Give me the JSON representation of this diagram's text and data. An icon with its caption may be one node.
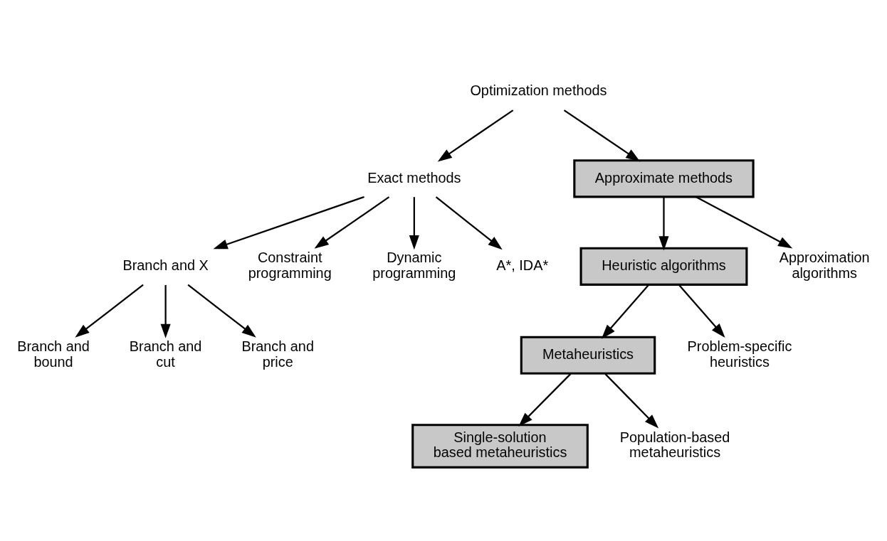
{
  "diagram": {
    "nodes": [
      {
        "text": [
          "Optimization methods"
        ]
      },
      {
        "text": [
          "Exact methods"
        ]
      },
      {
        "text": [
          "Approximate methods"
        ]
      },
      {
        "text": [
          "Branch and X"
        ]
      },
      {
        "text": [
          "Constraint programming"
        ]
      },
      {
        "text": [
          "Dynamic programming"
        ]
      },
      {
        "text": [
          "A*, IDA*"
        ]
      },
      {
        "text": [
          "Heuristic algorithms"
        ]
      },
      {
        "text": [
          "Approximation algorithms"
        ]
      },
      {
        "text": [
          "Branch and bound"
        ]
      },
      {
        "text": [
          "Branch and cut"
        ]
      },
      {
        "text": [
          "Branch and price"
        ]
      },
      {
        "text": [
          "Metaheuristics"
        ]
      },
      {
        "text": [
          "Problem-specific heuristics"
        ]
      },
      {
        "text": [
          "Single-solution based metaheuristics"
        ]
      },
      {
        "text": [
          "Population-based metaheuristics"
        ]
      }
    ],
    "edges": [
      {
        "from": 0,
        "to": 1,
        "arrow": "to"
      },
      {
        "from": 0,
        "to": 2,
        "arrow": "to"
      },
      {
        "from": 1,
        "to": 3,
        "arrow": "to"
      },
      {
        "from": 1,
        "to": 4,
        "arrow": "to"
      },
      {
        "from": 1,
        "to": 5,
        "arrow": "to"
      },
      {
        "from": 1,
        "to": 6,
        "arrow": "to"
      },
      {
        "from": 2,
        "to": 7,
        "arrow": "to"
      },
      {
        "from": 2,
        "to": 8,
        "arrow": "to"
      },
      {
        "from": 3,
        "to": 9,
        "arrow": "to"
      },
      {
        "from": 3,
        "to": 10,
        "arrow": "to"
      },
      {
        "from": 3,
        "to": 11,
        "arrow": "to"
      },
      {
        "from": 7,
        "to": 12,
        "arrow": "to"
      },
      {
        "from": 7,
        "to": 13,
        "arrow": "to"
      },
      {
        "from": 12,
        "to": 14,
        "arrow": "to"
      },
      {
        "from": 12,
        "to": 15,
        "arrow": "to"
      }
    ]
  }
}
